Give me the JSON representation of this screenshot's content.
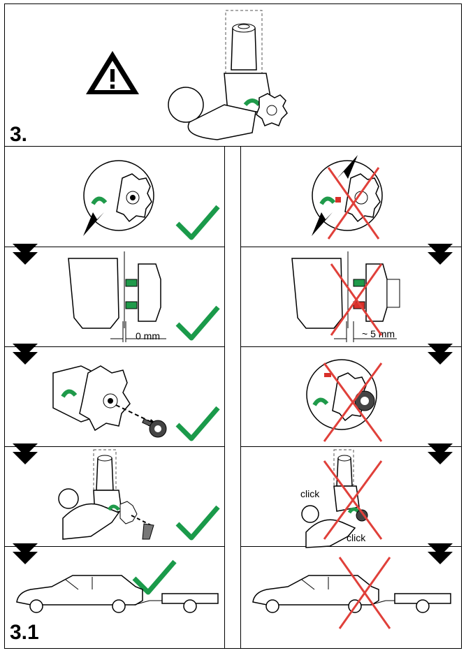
{
  "top_section": {
    "step_number": "3.",
    "warning_icon": "warning-triangle-icon",
    "illustration": "tow-bar-assembly"
  },
  "bottom_section": {
    "step_number": "3.1"
  },
  "correct_column": {
    "steps": [
      {
        "illustration": "lock-knob-green-indicator",
        "status_icon": "checkmark-icon"
      },
      {
        "illustration": "gap-measurement",
        "measurement_label": "0 mm",
        "status_icon": "checkmark-icon"
      },
      {
        "illustration": "remove-key",
        "status_icon": "checkmark-icon"
      },
      {
        "illustration": "insert-protective-cap",
        "status_icon": "checkmark-icon"
      },
      {
        "illustration": "car-with-trailer",
        "status_icon": "checkmark-icon"
      }
    ]
  },
  "incorrect_column": {
    "steps": [
      {
        "illustration": "lock-knob-red-indicator",
        "status_icon": "cross-icon"
      },
      {
        "illustration": "gap-measurement",
        "measurement_label": "~ 5 mm",
        "status_icon": "cross-icon"
      },
      {
        "illustration": "key-inserted",
        "status_icon": "cross-icon"
      },
      {
        "illustration": "ball-mounting-click",
        "click_label_1": "click",
        "click_label_2": "click",
        "status_icon": "cross-icon"
      },
      {
        "illustration": "car-with-trailer",
        "status_icon": "cross-icon"
      }
    ]
  },
  "colors": {
    "check": "#1a9a4a",
    "cross": "#e0403a",
    "indicator_green": "#1f9a4a",
    "indicator_red": "#d8302a"
  }
}
